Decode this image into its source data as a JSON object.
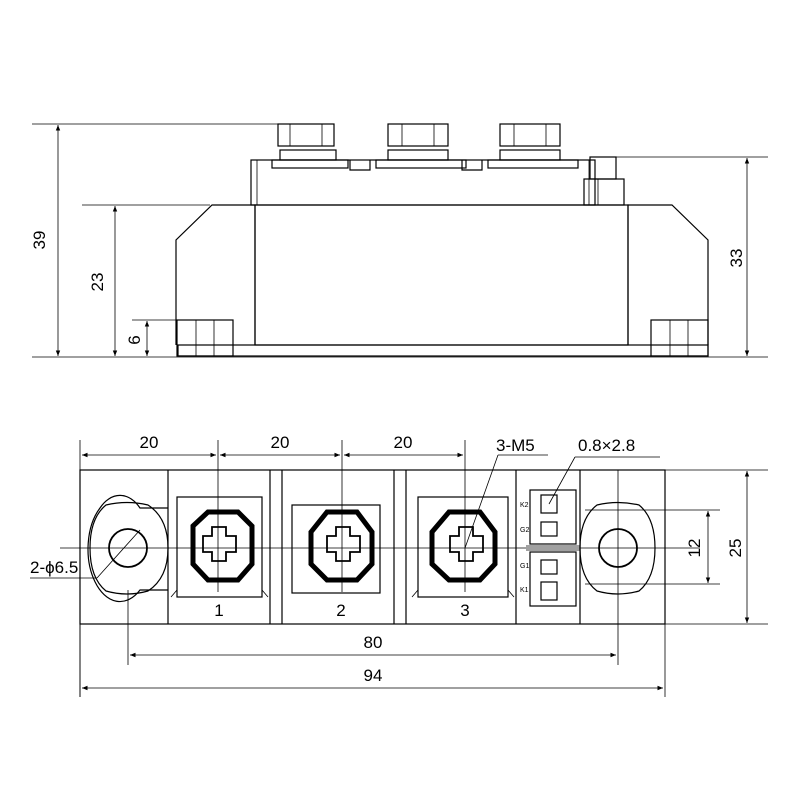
{
  "side_view": {
    "dim_total_height": "39",
    "dim_body_height": "23",
    "dim_base_height": "6",
    "dim_right_height": "33"
  },
  "top_view": {
    "dim_pitch_1": "20",
    "dim_pitch_2": "20",
    "dim_pitch_3": "20",
    "thread_label": "3-M5",
    "tab_label": "0.8×2.8",
    "hole_label": "2-ϕ6.5",
    "dim_hole_spacing": "80",
    "dim_total_length": "94",
    "dim_tab_span": "12",
    "dim_width": "25",
    "terminal_1": "1",
    "terminal_2": "2",
    "terminal_3": "3",
    "pin_k2": "K2",
    "pin_g2": "G2",
    "pin_g1": "G1",
    "pin_k1": "K1"
  }
}
